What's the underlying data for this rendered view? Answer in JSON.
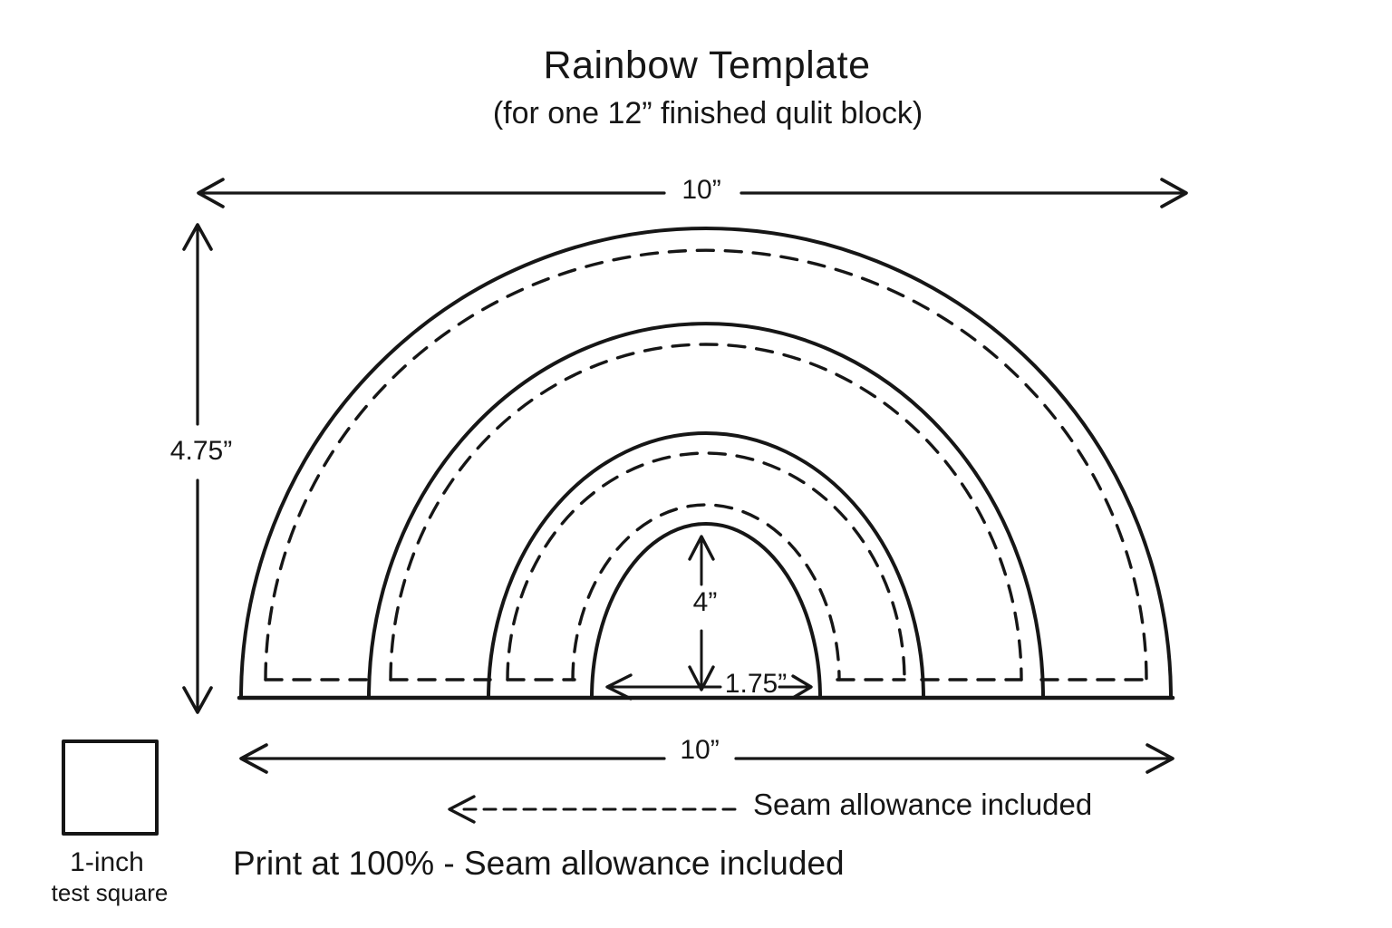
{
  "page": {
    "title": "Rainbow Template",
    "subtitle": "(for one 12” finished qulit block)"
  },
  "dimensions": {
    "top_width": "10”",
    "overall_height": "4.75”",
    "arch_height": "4”",
    "arch_width": "1.75”",
    "bottom_width": "10”"
  },
  "legend": {
    "seam_allowance": "Seam allowance included"
  },
  "footer": {
    "print_note": "Print at 100% - Seam allowance included"
  },
  "test_square": {
    "line1": "1-inch",
    "line2": "test square"
  },
  "colors": {
    "ink": "#161616",
    "background": "#ffffff"
  }
}
